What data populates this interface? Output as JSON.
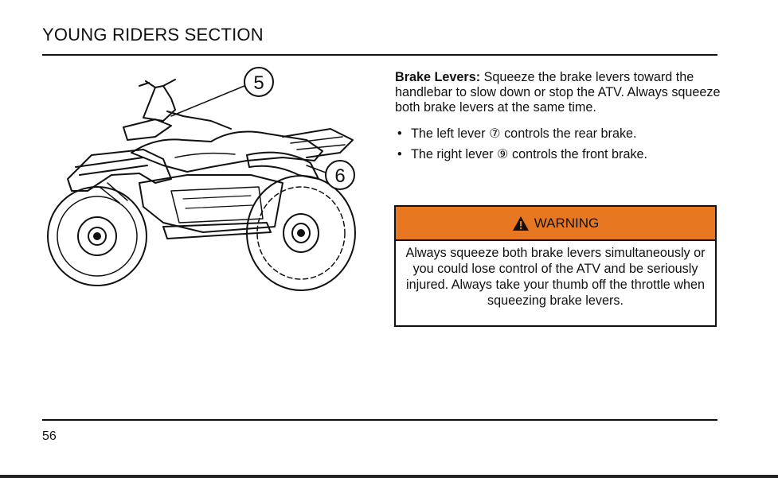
{
  "header": {
    "title": "YOUNG RIDERS SECTION"
  },
  "figure": {
    "callouts": [
      "5",
      "6"
    ]
  },
  "content": {
    "intro_lead": "Brake Levers:",
    "intro_text": " Squeeze the brake levers toward the handlebar to slow down or stop the ATV. Always squeeze both brake levers at the same time.",
    "bullets": [
      {
        "before": "The left lever ",
        "ref": "⑦",
        "after": " controls the rear brake."
      },
      {
        "before": "The right lever ",
        "ref": "⑨",
        "after": " controls the front brake."
      }
    ]
  },
  "warning": {
    "icon": "warning-triangle-icon",
    "label": "WARNING",
    "text": "Always squeeze both brake levers simultaneously or you could lose control of the ATV and be seriously injured. Always take your thumb off the throttle when squeezing brake levers.",
    "color": "#e87722"
  },
  "footer": {
    "page_number": "56"
  }
}
